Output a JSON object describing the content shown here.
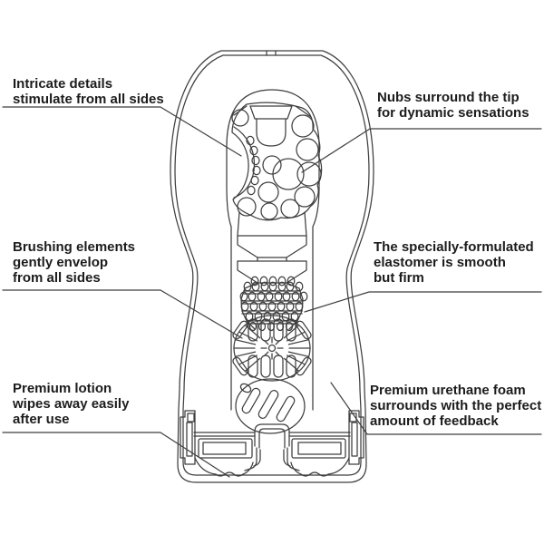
{
  "diagram_title": "Product cutaway diagram with feature callouts",
  "colors": {
    "background": "#ffffff",
    "line": "#3f3f3f",
    "text": "#1c1c1c"
  },
  "labels": {
    "intricate": {
      "lines": [
        "Intricate details",
        "stimulate from all sides"
      ]
    },
    "nubs": {
      "lines": [
        "Nubs surround the tip",
        "for dynamic sensations"
      ]
    },
    "brushing": {
      "lines": [
        "Brushing elements",
        "gently envelop",
        "from all sides"
      ]
    },
    "elastomer": {
      "lines": [
        "The specially-formulated",
        "elastomer is smooth",
        "but firm"
      ]
    },
    "lotion": {
      "lines": [
        "Premium lotion",
        "wipes away easily",
        "after use"
      ]
    },
    "urethane": {
      "lines": [
        "Premium urethane foam",
        "surrounds with the perfect",
        "amount of feedback"
      ]
    }
  }
}
